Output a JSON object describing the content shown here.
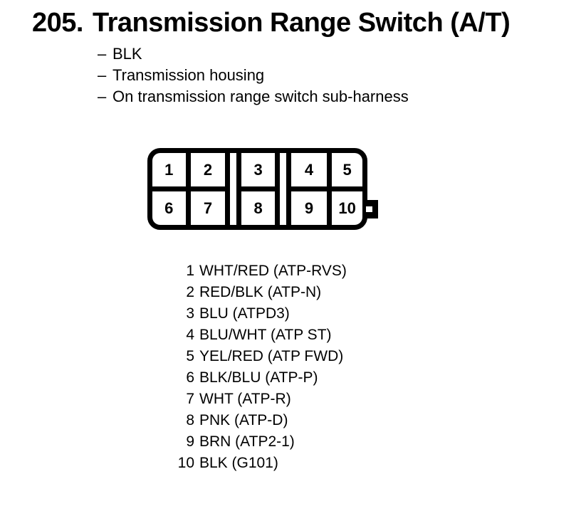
{
  "colors": {
    "ink": "#000000",
    "paper": "#ffffff"
  },
  "header": {
    "number": "205.",
    "title": "Transmission Range Switch (A/T)"
  },
  "notes": {
    "dash": "–",
    "items": [
      "BLK",
      "Transmission housing",
      "On transmission range switch sub-harness"
    ]
  },
  "connector": {
    "description": "10-cavity connector, 2 rows",
    "top_row": [
      "1",
      "2",
      "3",
      "4",
      "5"
    ],
    "bottom_row": [
      "6",
      "7",
      "8",
      "9",
      "10"
    ]
  },
  "pins": [
    {
      "num": "1",
      "label": "WHT/RED (ATP-RVS)"
    },
    {
      "num": "2",
      "label": "RED/BLK (ATP-N)"
    },
    {
      "num": "3",
      "label": "BLU (ATPD3)"
    },
    {
      "num": "4",
      "label": "BLU/WHT (ATP ST)"
    },
    {
      "num": "5",
      "label": "YEL/RED (ATP FWD)"
    },
    {
      "num": "6",
      "label": "BLK/BLU (ATP-P)"
    },
    {
      "num": "7",
      "label": "WHT (ATP-R)"
    },
    {
      "num": "8",
      "label": "PNK (ATP-D)"
    },
    {
      "num": "9",
      "label": "BRN (ATP2-1)"
    },
    {
      "num": "10",
      "label": "BLK (G101)"
    }
  ]
}
